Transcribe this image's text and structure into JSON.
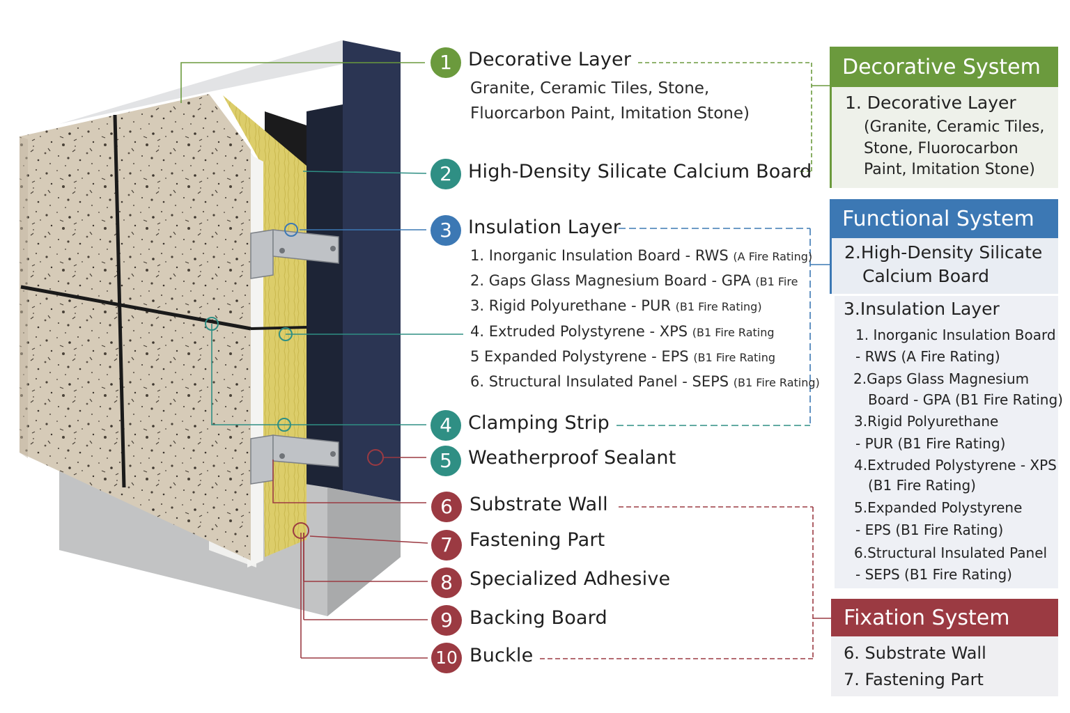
{
  "colors": {
    "decorative": "#6b9a3d",
    "functional": "#3c78b4",
    "fixation": "#9b3a42",
    "teal": "#2f8f84",
    "decorative_bg": "#eef1ea",
    "functional_bg": "#e9edf3",
    "fixation_bg": "#efeff2"
  },
  "labels": [
    {
      "num": "1",
      "title": "Decorative Layer",
      "desc": [
        "Granite, Ceramic Tiles, Stone,",
        "Fluorcarbon Paint, Imitation  Stone)"
      ]
    },
    {
      "num": "2",
      "title": "High-Density Silicate Calcium Board"
    },
    {
      "num": "3",
      "title": "Insulation Layer",
      "items": [
        {
          "text": "1. Inorganic Insulation Board - RWS",
          "rating": "(A Fire Rating)"
        },
        {
          "text": "2. Gaps Glass Magnesium Board - GPA",
          "rating": "(B1 Fire"
        },
        {
          "text": "3. Rigid Polyurethane - PUR",
          "rating": "(B1 Fire Rating)"
        },
        {
          "text": "4. Extruded Polystyrene - XPS",
          "rating": "(B1 Fire Rating"
        },
        {
          "text": "5 Expanded Polystyrene - EPS",
          "rating": "(B1 Fire Rating"
        },
        {
          "text": "6. Structural Insulated Panel - SEPS",
          "rating": "(B1 Fire Rating)"
        }
      ]
    },
    {
      "num": "4",
      "title": "Clamping Strip"
    },
    {
      "num": "5",
      "title": "Weatherproof Sealant"
    },
    {
      "num": "6",
      "title": "Substrate Wall"
    },
    {
      "num": "7",
      "title": "Fastening Part"
    },
    {
      "num": "8",
      "title": "Specialized Adhesive"
    },
    {
      "num": "9",
      "title": "Backing Board"
    },
    {
      "num": "10",
      "title": "Buckle"
    }
  ],
  "panels": {
    "decorative": {
      "header": "Decorative System",
      "item": "1. Decorative Layer",
      "desc": [
        "(Granite, Ceramic Tiles,",
        "Stone, Fluorocarbon",
        "Paint, Imitation Stone)"
      ]
    },
    "functional": {
      "header": "Functional System",
      "item2": [
        "2.High-Density Silicate",
        "Calcium Board"
      ],
      "item3": "3.Insulation Layer",
      "subs": [
        "1. Inorganic Insulation  Board",
        "-  RWS  (A Fire Rating)",
        "2.Gaps Glass Magnesium",
        "Board - GPA  (B1 Fire Rating)",
        "3.Rigid Polyurethane",
        "-  PUR  (B1 Fire Rating)",
        "4.Extruded Polystyrene - XPS",
        "(B1 Fire Rating)",
        "5.Expanded Polystyrene",
        "-  EPS  (B1 Fire Rating)",
        "6.Structural Insulated Panel",
        "-  SEPS  (B1 Fire Rating)"
      ]
    },
    "fixation": {
      "header": "Fixation System",
      "items": [
        "6. Substrate Wall",
        "7. Fastening Part"
      ]
    }
  }
}
